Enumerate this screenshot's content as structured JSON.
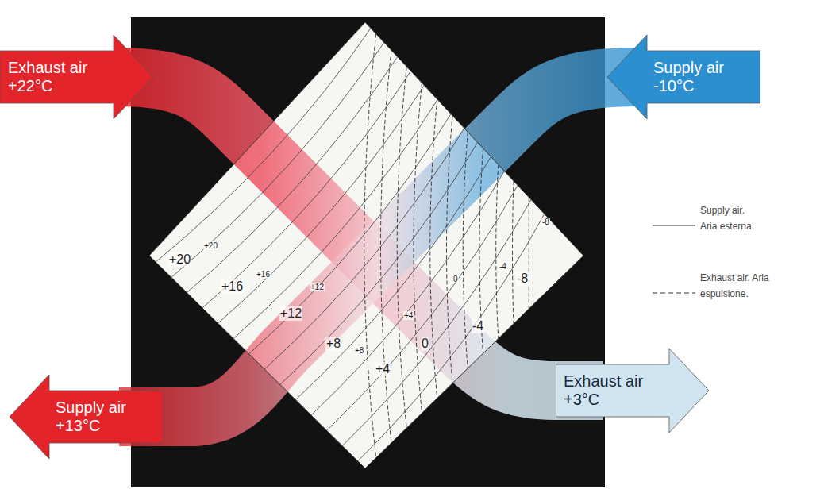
{
  "diagram": {
    "nodes": [
      {
        "text": [
          "Exhaust air +22°C"
        ]
      },
      {
        "text": [
          "Supply air -10°C"
        ]
      },
      {
        "text": [
          "Supply air +13°C"
        ]
      },
      {
        "text": [
          "Exhaust air +3°C"
        ]
      }
    ],
    "labels": [
      "+20",
      "+16",
      "+12",
      "+8",
      "+4",
      "0",
      "-4",
      "-8",
      "+20",
      "+16",
      "+12",
      "+8",
      "+4",
      "0",
      "-4",
      "-8"
    ],
    "legend": [
      {
        "text": "Supply air. Aria esterna."
      },
      {
        "text": "Exhaust air. Aria espulsione."
      }
    ]
  }
}
